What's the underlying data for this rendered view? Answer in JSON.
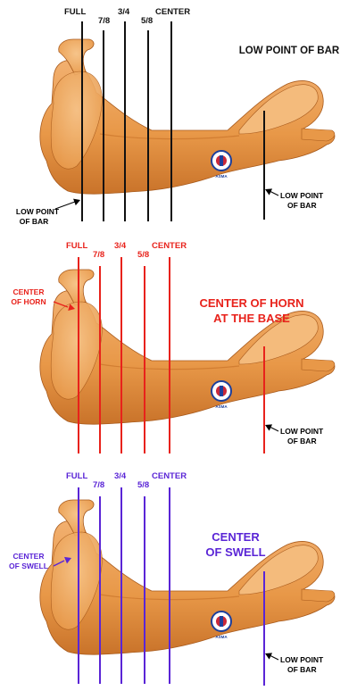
{
  "colors": {
    "black": "#111111",
    "red": "#e8221b",
    "blue": "#5a25d6",
    "tree_light": "#f2b070",
    "tree_mid": "#e89848",
    "tree_dark": "#c9732a",
    "tree_outline": "#a85a1c"
  },
  "panels": [
    {
      "line_color": "black",
      "labels": {
        "full": "FULL",
        "seven_eighths": "7/8",
        "three_quarters": "3/4",
        "five_eighths": "5/8",
        "center": "CENTER"
      },
      "title_lines": [
        "LOW POINT OF BAR"
      ],
      "title_color": "black",
      "left_callout_lines": [
        "LOW POINT",
        "OF BAR"
      ],
      "right_callout_lines": [
        "LOW POINT",
        "OF BAR"
      ],
      "logo_text": "ASMA"
    },
    {
      "line_color": "red",
      "labels": {
        "full": "FULL",
        "seven_eighths": "7/8",
        "three_quarters": "3/4",
        "five_eighths": "5/8",
        "center": "CENTER"
      },
      "title_lines": [
        "CENTER OF HORN",
        "AT THE BASE"
      ],
      "title_color": "red",
      "left_callout_lines": [
        "CENTER",
        "OF HORN"
      ],
      "right_callout_lines": [
        "LOW POINT",
        "OF BAR"
      ],
      "logo_text": "ASMA"
    },
    {
      "line_color": "blue",
      "labels": {
        "full": "FULL",
        "seven_eighths": "7/8",
        "three_quarters": "3/4",
        "five_eighths": "5/8",
        "center": "CENTER"
      },
      "title_lines": [
        "CENTER",
        "OF SWELL"
      ],
      "title_color": "blue",
      "left_callout_lines": [
        "CENTER",
        "OF SWELL"
      ],
      "right_callout_lines": [
        "LOW POINT",
        "OF BAR"
      ],
      "logo_text": "ASMA"
    }
  ]
}
